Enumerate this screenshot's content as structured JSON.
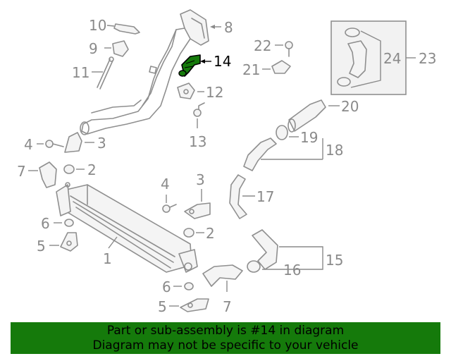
{
  "highlight_color": "#157a0b",
  "highlight_part": "14",
  "callouts": {
    "n1": "1",
    "n2a": "2",
    "n2b": "2",
    "n3a": "3",
    "n3b": "3",
    "n4a": "4",
    "n4b": "4",
    "n5a": "5",
    "n5b": "5",
    "n6a": "6",
    "n6b": "6",
    "n7a": "7",
    "n7b": "7",
    "n8": "8",
    "n9": "9",
    "n10": "10",
    "n11": "11",
    "n12": "12",
    "n13": "13",
    "n14": "14",
    "n15": "15",
    "n16": "16",
    "n17": "17",
    "n18": "18",
    "n19": "19",
    "n20": "20",
    "n21": "21",
    "n22": "22",
    "n23": "23",
    "n24": "24"
  },
  "banner": {
    "line1": "Part or sub-assembly is #14 in diagram",
    "line2": "Diagram may not be specific to your vehicle"
  }
}
